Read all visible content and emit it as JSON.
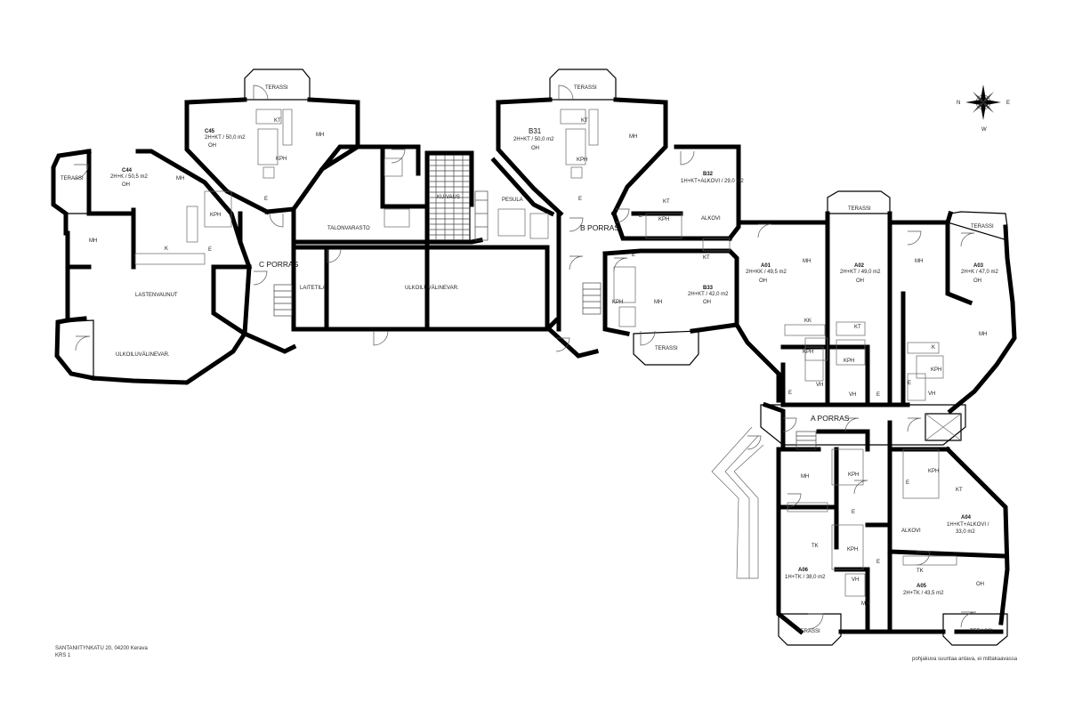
{
  "address": "SANTANIITYNKATU 20, 04200 Kerava",
  "floor": "KRS 1",
  "disclaimer": "pohjakuva suuntaa antava, ei mittakaavassa",
  "compass": {
    "n": "N",
    "e": "E",
    "w": "W"
  },
  "stairs": {
    "a": "A PORRAS",
    "b": "B PORRAS",
    "c": "C PORRAS"
  },
  "apartments": {
    "c45": {
      "code": "C45",
      "type": "2H+KT / 50,0 m2"
    },
    "c44": {
      "code": "C44",
      "type": "2H+K / 50,5 m2"
    },
    "b31": {
      "code": "B31",
      "type": "2H+KT / 50,0 m2"
    },
    "b32": {
      "code": "B32",
      "type": "1H+KT+ALKOVI / 29,0 m2"
    },
    "b33": {
      "code": "B33",
      "type": "2H+KT / 42,0 m2"
    },
    "a01": {
      "code": "A01",
      "type": "2H+KK / 49,5 m2"
    },
    "a02": {
      "code": "A02",
      "type": "2H+KT / 49,0 m2"
    },
    "a03": {
      "code": "A03",
      "type": "2H+K / 47,0 m2"
    },
    "a04": {
      "code": "A04",
      "type_l1": "1H+KT+ALKOVI /",
      "type_l2": "33,0 m2"
    },
    "a05": {
      "code": "A05",
      "type": "2H+TK / 43,5 m2"
    },
    "a06": {
      "code": "A06",
      "type": "1H+TK / 38,0 m2"
    }
  },
  "rooms": {
    "terassi": "TERASSI",
    "mh": "MH",
    "oh": "OH",
    "kt": "KT",
    "kph": "KPH",
    "e": "E",
    "k": "K",
    "kk": "KK",
    "vh": "VH",
    "tk": "TK",
    "alkovi": "ALKOVI",
    "lastenvaunut": "LASTENVAUNUT",
    "ulkoiluvalinevar": "ULKOILUVÄLINEVAR.",
    "talonvarasto": "TALONVARASTO",
    "laitetila": "LAITETILA",
    "pesula": "PESULA",
    "kuivaus": "KUIVAUS"
  }
}
